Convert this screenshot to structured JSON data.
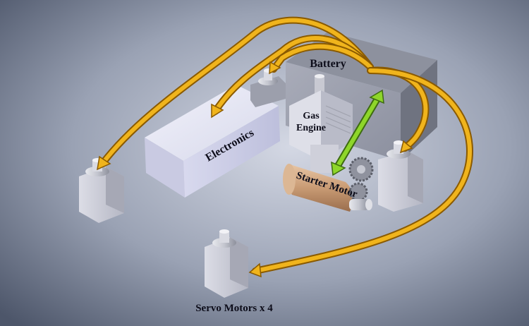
{
  "labels": {
    "battery": "Battery",
    "gas_engine_line1": "Gas",
    "gas_engine_line2": "Engine",
    "electronics": "Electronics",
    "starter_motor": "Starter Motor",
    "servos": "Servo Motors x 4"
  },
  "colors": {
    "power_arrow": "#f0b41c",
    "power_arrow_outline": "#8a5a00",
    "start_arrow": "#8ed62a",
    "start_arrow_outline": "#3d6b10"
  }
}
